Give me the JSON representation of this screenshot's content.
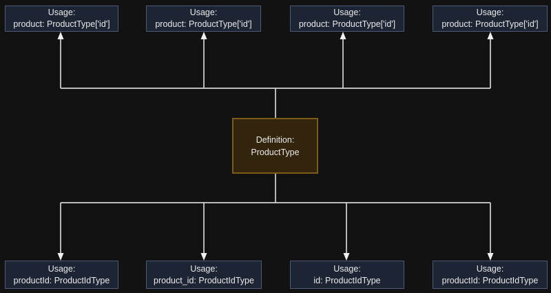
{
  "diagram": {
    "definition_node": {
      "line1": "Definition:",
      "line2": "ProductType"
    },
    "top_usage_nodes": [
      {
        "line1": "Usage:",
        "line2": "product: ProductType['id']"
      },
      {
        "line1": "Usage:",
        "line2": "product: ProductType['id']"
      },
      {
        "line1": "Usage:",
        "line2": "product: ProductType['id']"
      },
      {
        "line1": "Usage:",
        "line2": "product: ProductType['id']"
      }
    ],
    "bottom_usage_nodes": [
      {
        "line1": "Usage:",
        "line2": "productId: ProductIdType"
      },
      {
        "line1": "Usage:",
        "line2": "product_id: ProductIdType"
      },
      {
        "line1": "Usage:",
        "line2": "id: ProductIdType"
      },
      {
        "line1": "Usage:",
        "line2": "productId: ProductIdType"
      }
    ],
    "colors": {
      "background": "#121212",
      "usage_fill": "#1d2433",
      "usage_border": "#4c5c78",
      "definition_fill": "#33240e",
      "definition_border": "#7d5c17",
      "connector": "#d4d4d4",
      "arrowhead": "#f0f0f0",
      "text": "#e9e9e9"
    }
  }
}
